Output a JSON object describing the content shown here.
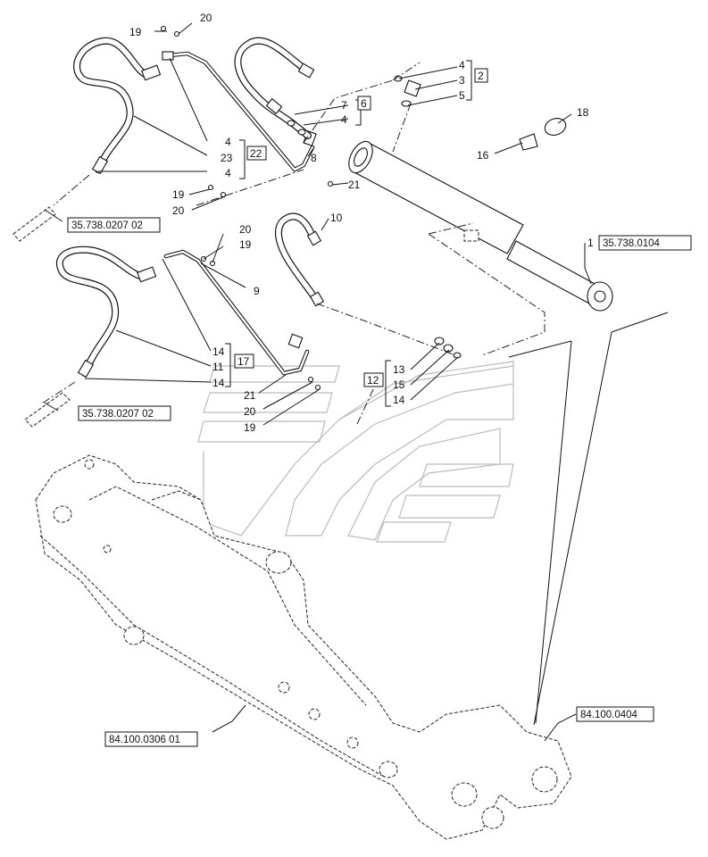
{
  "callouts": {
    "c20a": "20",
    "c19a": "19",
    "c4a": "4",
    "c3": "3",
    "c5": "5",
    "c2": "2",
    "c7": "7",
    "c4b": "4",
    "c6": "6",
    "c18": "18",
    "c16": "16",
    "c4c": "4",
    "c23": "23",
    "c4d": "4",
    "c22": "22",
    "c8": "8",
    "c19b": "19",
    "c20b": "20",
    "c21a": "21",
    "c10": "10",
    "c20c": "20",
    "c19c": "19",
    "c9": "9",
    "c1": "1",
    "c14a": "14",
    "c11": "11",
    "c17": "17",
    "c14b": "14",
    "c13": "13",
    "c15": "15",
    "c12": "12",
    "c14c": "14",
    "c21b": "21",
    "c20d": "20",
    "c19d": "19"
  },
  "references": {
    "ref_hose_upper": "35.738.0207 02",
    "ref_cylinder": "35.738.0104",
    "ref_hose_lower": "35.738.0207 02",
    "ref_arm": "84.100.0306 01",
    "ref_bucket_link": "84.100.0404"
  }
}
